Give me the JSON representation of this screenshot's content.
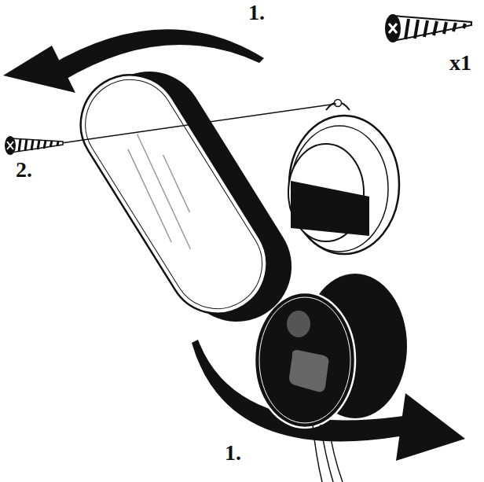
{
  "diagram": {
    "labels": [
      "1.",
      "x1",
      "2.",
      "1."
    ]
  }
}
